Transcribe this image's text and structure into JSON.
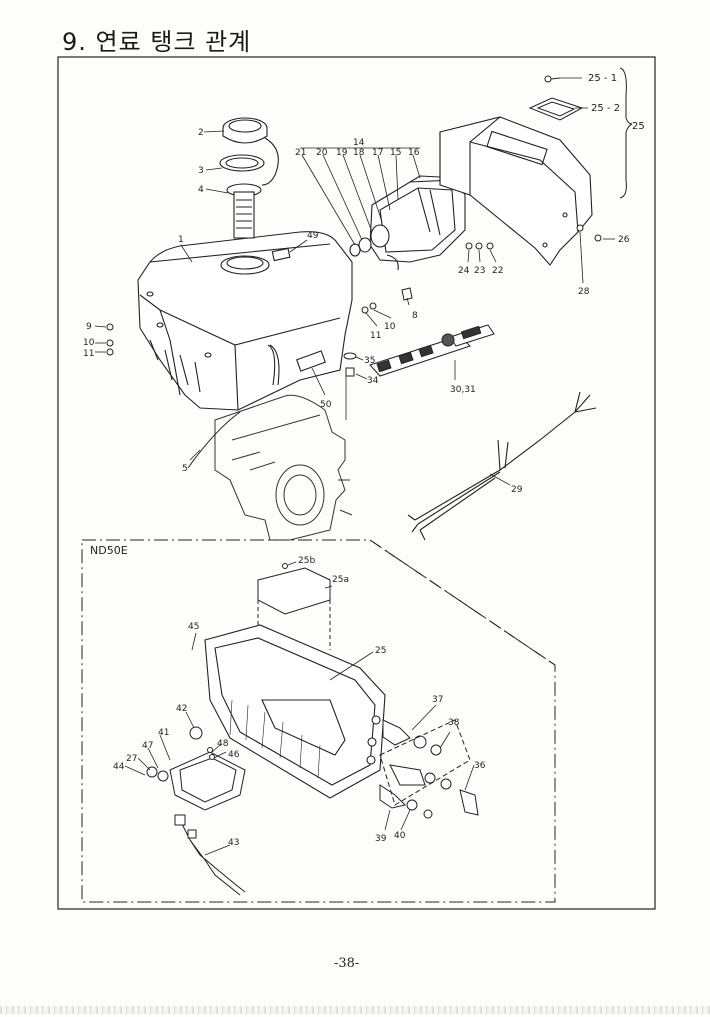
{
  "page": {
    "title": "9. 연료 탱크 관계",
    "page_number": "-38-"
  },
  "inset": {
    "label": "ND50E"
  },
  "callouts": {
    "c25_1": "25 - 1",
    "c25_2": "25 - 2",
    "c25": "25",
    "c26": "26",
    "c28": "28",
    "c2": "2",
    "c3": "3",
    "c4": "4",
    "c1": "1",
    "c49": "49",
    "c14": "14",
    "c21": "21",
    "c20": "20",
    "c19": "19",
    "c18": "18",
    "c17": "17",
    "c15": "15",
    "c16": "16",
    "c24": "24",
    "c23": "23",
    "c22": "22",
    "c8": "8",
    "c11": "11",
    "c10": "10",
    "c9": "9",
    "c10b": "10",
    "c11b": "11",
    "c35": "35",
    "c34": "34",
    "c30_31": "30,31",
    "c50": "50",
    "c5": "5",
    "c29": "29",
    "c25b": "25b",
    "c25a": "25a",
    "c45": "45",
    "c25c": "25",
    "c42": "42",
    "c37": "37",
    "c38": "38",
    "c41": "41",
    "c47": "47",
    "c48": "48",
    "c46": "46",
    "c27": "27",
    "c44": "44",
    "c36": "36",
    "c39": "39",
    "c40": "40",
    "c43": "43"
  }
}
